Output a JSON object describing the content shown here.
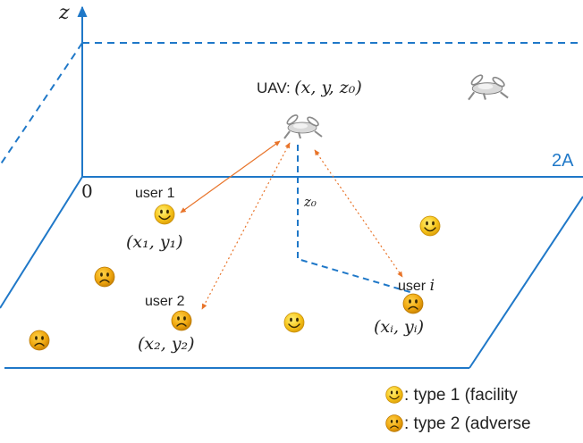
{
  "axes": {
    "z_label": "z",
    "origin_label": "0",
    "width_label": "2A"
  },
  "uav": {
    "label": "UAV:",
    "coords": "(x, y, z₀)",
    "altitude_label": "z₀"
  },
  "users": [
    {
      "name": "user 1",
      "coords": "(x₁, y₁)"
    },
    {
      "name": "user 2",
      "coords": "(x₂, y₂)"
    },
    {
      "name": "user",
      "name_symbol": "i",
      "coords": "(xᵢ, yᵢ)"
    }
  ],
  "legend": [
    {
      "icon": "happy-face-icon",
      "text": ": type 1 (facility"
    },
    {
      "icon": "sad-face-icon",
      "text": ": type 2 (adverse"
    }
  ],
  "colors": {
    "axis_blue": "#1f78c8",
    "link_orange": "#e8742a",
    "face_yellow": "#f7c51b"
  }
}
